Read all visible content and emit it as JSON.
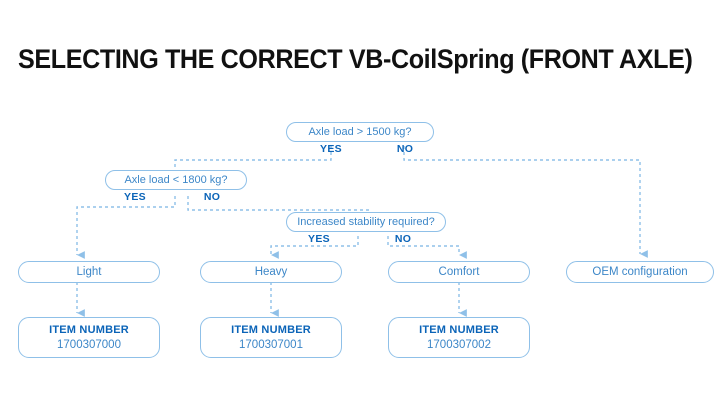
{
  "page": {
    "title": "SELECTING THE CORRECT VB-CoilSpring (FRONT AXLE)",
    "background": "#ffffff"
  },
  "colors": {
    "title_text": "#111111",
    "node_border": "#8fc0e8",
    "node_text": "#3d87c8",
    "branch_label": "#0b64b8",
    "item_title": "#0b64b8",
    "item_value": "#3d87c8",
    "connector": "#8fc0e8"
  },
  "flowchart": {
    "type": "decision-tree",
    "decisions": [
      {
        "id": "d1",
        "question": "Axle load > 1500 kg?",
        "yes_label": "YES",
        "no_label": "NO",
        "yes_target": "d2",
        "no_target": "r4"
      },
      {
        "id": "d2",
        "question": "Axle load < 1800 kg?",
        "yes_label": "YES",
        "no_label": "NO",
        "yes_target": "r1",
        "no_target": "d3"
      },
      {
        "id": "d3",
        "question": "Increased stability required?",
        "yes_label": "YES",
        "no_label": "NO",
        "yes_target": "r2",
        "no_target": "r3"
      }
    ],
    "results": [
      {
        "id": "r1",
        "label": "Light"
      },
      {
        "id": "r2",
        "label": "Heavy"
      },
      {
        "id": "r3",
        "label": "Comfort"
      },
      {
        "id": "r4",
        "label": "OEM configuration"
      }
    ],
    "items": [
      {
        "id": "i1",
        "heading": "ITEM NUMBER",
        "number": "1700307000",
        "from": "r1"
      },
      {
        "id": "i2",
        "heading": "ITEM NUMBER",
        "number": "1700307001",
        "from": "r2"
      },
      {
        "id": "i3",
        "heading": "ITEM NUMBER",
        "number": "1700307002",
        "from": "r3"
      }
    ]
  }
}
